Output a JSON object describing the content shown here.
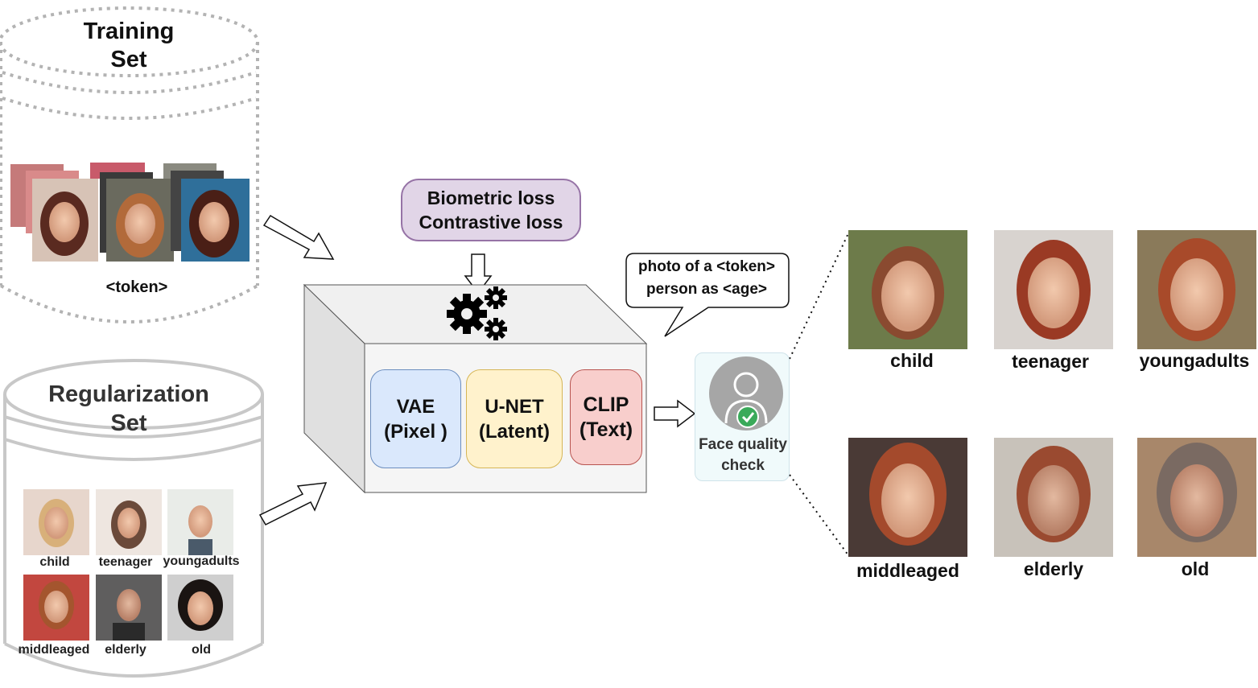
{
  "training_set": {
    "title_line1": "Training",
    "title_line2": "Set",
    "token_label": "<token>"
  },
  "regularization_set": {
    "title_line1": "Regularization",
    "title_line2": "Set",
    "labels": [
      "child",
      "teenager",
      "youngadults",
      "middleaged",
      "elderly",
      "old"
    ]
  },
  "loss": {
    "line1": "Biometric loss",
    "line2": "Contrastive loss",
    "fill": "#e1d5e7",
    "stroke": "#9673a6"
  },
  "model": {
    "modules": [
      {
        "line1": "VAE",
        "line2": "(Pixel )",
        "fill": "#dae8fc"
      },
      {
        "line1": "U-NET",
        "line2": "(Latent)",
        "fill": "#fff2cc"
      },
      {
        "line1": "CLIP",
        "line2": "(Text)",
        "fill": "#f8cecc"
      }
    ],
    "icon": "gears-icon"
  },
  "prompt": {
    "line1": "photo of a <token>",
    "line2": "person as <age>"
  },
  "face_quality": {
    "line1": "Face quality",
    "line2": "check",
    "icon": "user-check-icon",
    "check_color": "#3aaa5a"
  },
  "outputs": {
    "labels": [
      "child",
      "teenager",
      "youngadults",
      "middleaged",
      "elderly",
      "old"
    ]
  }
}
